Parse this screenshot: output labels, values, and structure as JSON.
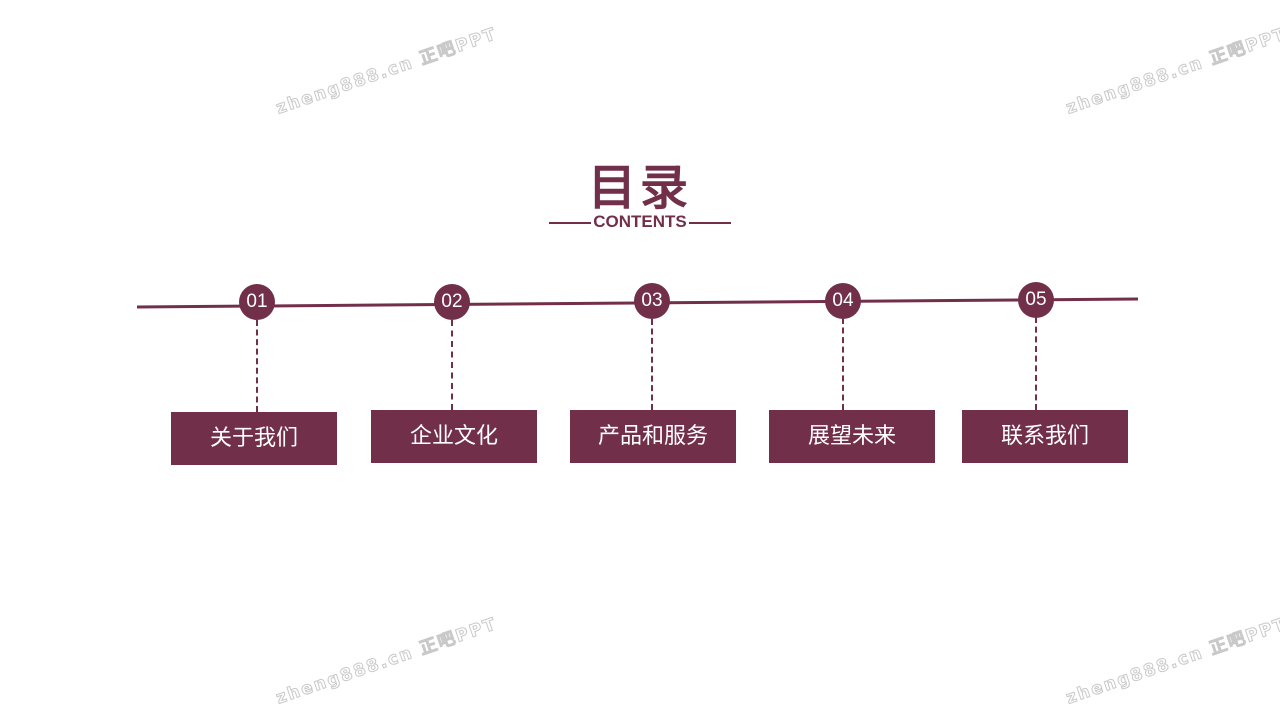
{
  "watermark": "zheng888.cn 正吧PPT",
  "title": "目录",
  "subtitle": "CONTENTS",
  "accent_color": "#722f4a",
  "items": [
    {
      "number": "01",
      "label": "关于我们"
    },
    {
      "number": "02",
      "label": "企业文化"
    },
    {
      "number": "03",
      "label": "产品和服务"
    },
    {
      "number": "04",
      "label": "展望未来"
    },
    {
      "number": "05",
      "label": "联系我们"
    }
  ]
}
